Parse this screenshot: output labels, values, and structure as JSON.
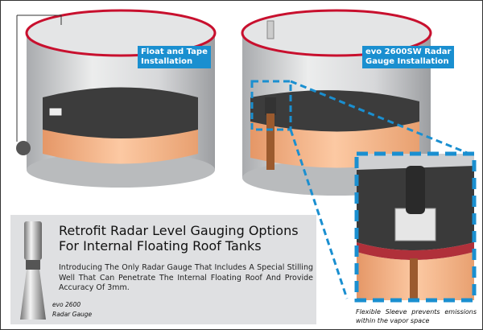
{
  "labels": {
    "float_tape": [
      "Float and Tape",
      "Installation"
    ],
    "radar": [
      "evo 2600SW Radar",
      "Gauge Installation"
    ]
  },
  "info": {
    "title": "Retrofit Radar Level Gauging Options For Internal Floating Roof Tanks",
    "body": "Introducing The Only Radar Gauge That Includes A Special Stilling Well That Can Penetrate The Internal Floating Roof And Provide Accuracy Of 3mm.",
    "gauge_name_line1": "evo 2600",
    "gauge_name_line2": "Radar Gauge"
  },
  "caption": "Flexible Sleeve prevents emissions within the vapor space",
  "colors": {
    "label_bg": "#1a8fd0",
    "rim": "#c8102e",
    "product": "#f6b68a",
    "dash": "#1a8fd0"
  }
}
